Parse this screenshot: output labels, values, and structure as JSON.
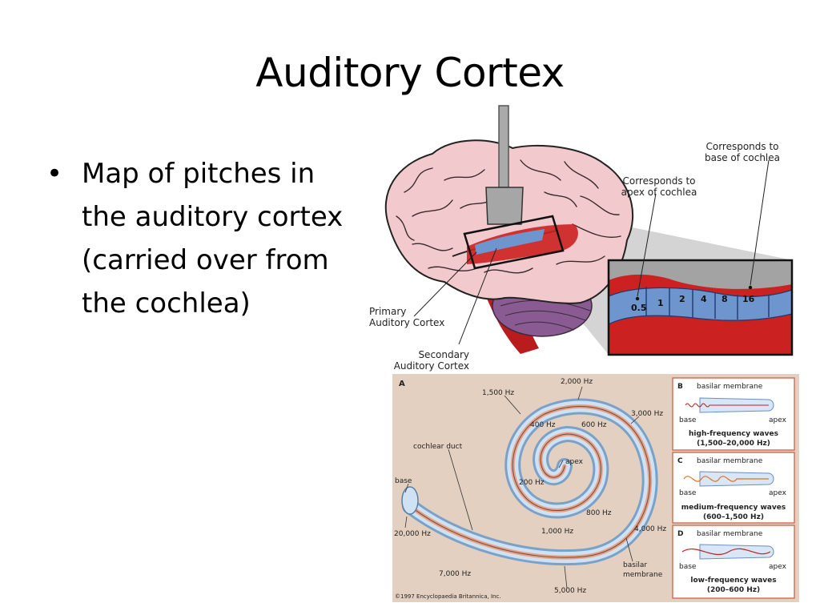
{
  "slide": {
    "title": "Auditory Cortex",
    "bullets": [
      "Map of pitches in the auditory cortex (carried over from the cochlea)"
    ]
  },
  "brain_figure": {
    "label_primary": [
      "Primary",
      "Auditory Cortex"
    ],
    "label_secondary": [
      "Secondary",
      "Auditory Cortex"
    ],
    "label_apex": [
      "Corresponds to",
      "apex of cochlea"
    ],
    "label_base": [
      "Corresponds to",
      "base of cochlea"
    ],
    "pitch_numbers": [
      "0.5",
      "1",
      "2",
      "4",
      "8",
      "16"
    ],
    "colors": {
      "brain": "#f2c9cd",
      "primary": "#6f95cf",
      "secondary": "#cc2121",
      "cerebellum": "#8a5a92"
    }
  },
  "cochlea_figure": {
    "panel_a_label": "A",
    "freq_labels": {
      "hz_2000": "2,000 Hz",
      "hz_1500": "1,500 Hz",
      "hz_3000": "3,000 Hz",
      "hz_400": "400 Hz",
      "hz_600": "600 Hz",
      "hz_200": "200 Hz",
      "hz_800": "800 Hz",
      "hz_1000": "1,000 Hz",
      "hz_4000": "4,000 Hz",
      "hz_20000": "20,000 Hz",
      "hz_7000": "7,000 Hz",
      "hz_5000": "5,000 Hz"
    },
    "apex": "apex",
    "base": "base",
    "cochlear_duct": "cochlear duct",
    "basilar": [
      "basilar",
      "membrane"
    ],
    "copyright": "©1997 Encyclopaedia Britannica, Inc.",
    "panels": [
      {
        "letter": "B",
        "membrane": "basilar membrane",
        "base": "base",
        "apex": "apex",
        "wave": "high-frequency waves",
        "range": "(1,500–20,000 Hz)"
      },
      {
        "letter": "C",
        "membrane": "basilar membrane",
        "base": "base",
        "apex": "apex",
        "wave": "medium-frequency waves",
        "range": "(600–1,500 Hz)"
      },
      {
        "letter": "D",
        "membrane": "basilar membrane",
        "base": "base",
        "apex": "apex",
        "wave": "low-frequency waves",
        "range": "(200–600 Hz)"
      }
    ]
  }
}
